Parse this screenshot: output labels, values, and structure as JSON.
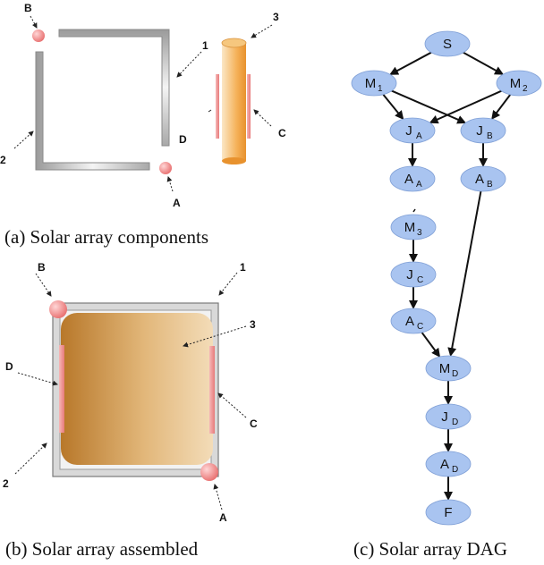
{
  "captions": {
    "a": "(a) Solar array components",
    "b": "(b) Solar array assembled",
    "c": "(c) Solar array DAG"
  },
  "panel_a": {
    "labels": {
      "b": "B",
      "one": "1",
      "three": "3",
      "two": "2",
      "d": "D",
      "c": "C",
      "a": "A"
    }
  },
  "panel_b": {
    "labels": {
      "b": "B",
      "one": "1",
      "three": "3",
      "d": "D",
      "c": "C",
      "two": "2",
      "a": "A"
    }
  },
  "dag": {
    "nodes": [
      {
        "id": "S",
        "main": "S",
        "sub": ""
      },
      {
        "id": "M1",
        "main": "M",
        "sub": "1"
      },
      {
        "id": "M2",
        "main": "M",
        "sub": "2"
      },
      {
        "id": "JA",
        "main": "J",
        "sub": "A"
      },
      {
        "id": "JB",
        "main": "J",
        "sub": "B"
      },
      {
        "id": "AA",
        "main": "A",
        "sub": "A"
      },
      {
        "id": "AB",
        "main": "A",
        "sub": "B"
      },
      {
        "id": "M3",
        "main": "M",
        "sub": "3"
      },
      {
        "id": "JC",
        "main": "J",
        "sub": "C"
      },
      {
        "id": "AC",
        "main": "A",
        "sub": "C"
      },
      {
        "id": "MD",
        "main": "M",
        "sub": "D"
      },
      {
        "id": "JD",
        "main": "J",
        "sub": "D"
      },
      {
        "id": "AD",
        "main": "A",
        "sub": "D"
      },
      {
        "id": "F",
        "main": "F",
        "sub": ""
      }
    ],
    "edges": [
      [
        "S",
        "M1"
      ],
      [
        "S",
        "M2"
      ],
      [
        "M1",
        "JA"
      ],
      [
        "M1",
        "JB"
      ],
      [
        "M2",
        "JA"
      ],
      [
        "M2",
        "JB"
      ],
      [
        "JA",
        "AA"
      ],
      [
        "JB",
        "AB"
      ],
      [
        "M3",
        "JC"
      ],
      [
        "JC",
        "AC"
      ],
      [
        "AC",
        "MD"
      ],
      [
        "AB",
        "MD"
      ],
      [
        "MD",
        "JD"
      ],
      [
        "JD",
        "AD"
      ],
      [
        "AD",
        "F"
      ]
    ],
    "node_color": "#a9c4f0"
  }
}
